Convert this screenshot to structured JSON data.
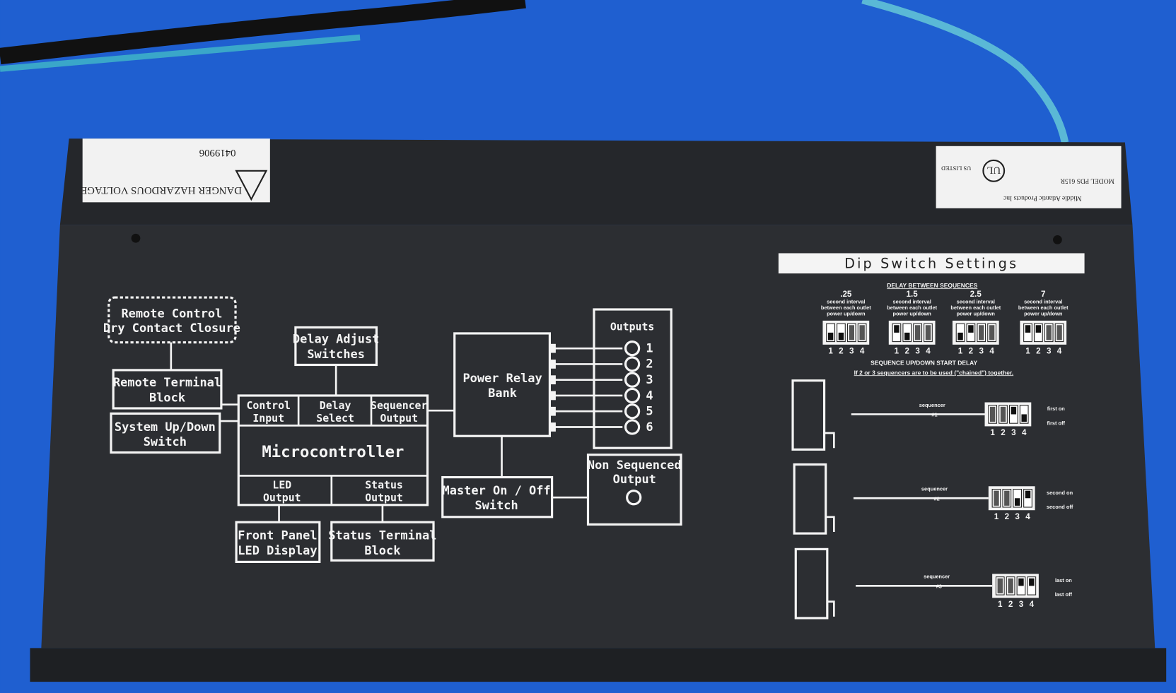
{
  "colors": {
    "background": "#1f5fd0",
    "device": "#2a2c30",
    "print": "#f4f4f4"
  },
  "labels": {
    "warning": "DANGER HAZARDOUS VOLTAGE",
    "serial": "0419906",
    "model": "MODEL PDS 615R",
    "maker": "Middle Atlantic Products Inc",
    "ul": "UL",
    "ul_listed": "US LISTED"
  },
  "diagram": {
    "remote_control": [
      "Remote Control",
      "Dry Contact Closure"
    ],
    "remote_terminal": [
      "Remote Terminal",
      "Block"
    ],
    "system_switch": [
      "System Up/Down",
      "Switch"
    ],
    "delay_adjust": [
      "Delay Adjust",
      "Switches"
    ],
    "control_input": [
      "Control",
      "Input"
    ],
    "delay_select": [
      "Delay",
      "Select"
    ],
    "sequencer_output": [
      "Sequencer",
      "Output"
    ],
    "microcontroller": "Microcontroller",
    "led_output": [
      "LED",
      "Output"
    ],
    "status_output": [
      "Status",
      "Output"
    ],
    "front_panel": [
      "Front Panel",
      "LED Display"
    ],
    "status_terminal": [
      "Status Terminal",
      "Block"
    ],
    "power_relay": [
      "Power Relay",
      "Bank"
    ],
    "outputs_title": "Outputs",
    "outputs": [
      "1",
      "2",
      "3",
      "4",
      "5",
      "6"
    ],
    "master_switch": [
      "Master On / Off",
      "Switch"
    ],
    "non_sequenced": [
      "Non Sequenced",
      "Output"
    ]
  },
  "dip": {
    "title": "Dip Switch Settings",
    "delay_heading": "DELAY BETWEEN SEQUENCES",
    "interval_text": [
      "second interval",
      "between each outlet",
      "power up/down"
    ],
    "delays": [
      {
        "value": ".25",
        "states": [
          "down",
          "down",
          "na",
          "na"
        ]
      },
      {
        "value": "1.5",
        "states": [
          "up",
          "down",
          "na",
          "na"
        ]
      },
      {
        "value": "2.5",
        "states": [
          "down",
          "up",
          "na",
          "na"
        ]
      },
      {
        "value": "7",
        "states": [
          "up",
          "up",
          "na",
          "na"
        ]
      }
    ],
    "positions": [
      "1",
      "2",
      "3",
      "4"
    ],
    "start_heading": "SEQUENCE UP/DOWN START DELAY",
    "start_note": "If 2 or 3 sequencers are to be used (\"chained\") together.",
    "sequencers": [
      {
        "label": "sequencer",
        "num": "#1",
        "on": "first on",
        "off": "first off",
        "states": [
          "na",
          "na",
          "up",
          "down"
        ]
      },
      {
        "label": "sequencer",
        "num": "#2",
        "on": "second on",
        "off": "second off",
        "states": [
          "na",
          "na",
          "down",
          "up"
        ]
      },
      {
        "label": "sequencer",
        "num": "#3",
        "on": "last on",
        "off": "last off",
        "states": [
          "na",
          "na",
          "up",
          "up"
        ]
      }
    ]
  }
}
